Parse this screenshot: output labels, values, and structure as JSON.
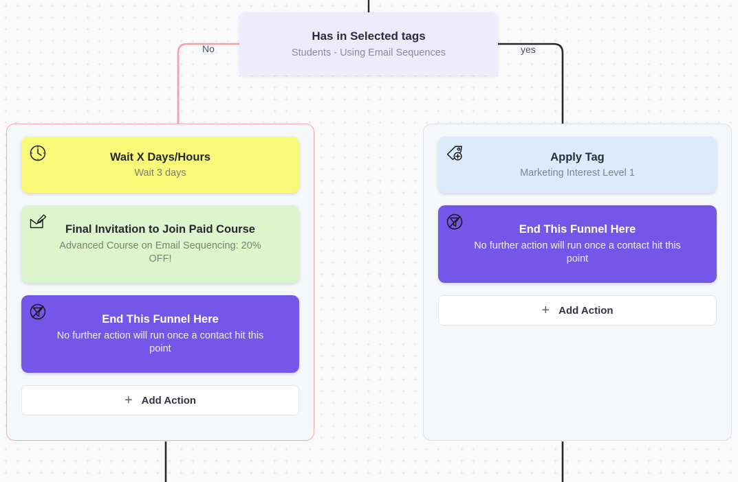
{
  "canvas": {
    "background_color": "#FAFAFA",
    "grid_dot_color": "#E6E6E6"
  },
  "trigger": {
    "title": "Has in Selected tags",
    "subtitle": "Students - Using Email Sequences",
    "background_color": "#EEEBFC"
  },
  "edges": {
    "no_label": "No",
    "yes_label": "yes",
    "no_color": "#F3A0A5",
    "yes_color": "#26262B"
  },
  "branches": [
    {
      "key": "no",
      "border_color": "#F3A9AC",
      "cards": [
        {
          "icon": "clock-icon",
          "title": "Wait X Days/Hours",
          "subtitle": "Wait 3 days",
          "color": "#FAF878",
          "style": "yellow"
        },
        {
          "icon": "compose-email-icon",
          "title": "Final Invitation to Join Paid Course",
          "subtitle": "Advanced Course on Email Sequencing: 20% OFF!",
          "color": "#DDF5CC",
          "style": "green"
        },
        {
          "icon": "end-funnel-icon",
          "title": "End This Funnel Here",
          "subtitle": "No further action will run once a contact hit this point",
          "color": "#7457E8",
          "style": "purple"
        }
      ],
      "add_action_label": "Add Action"
    },
    {
      "key": "yes",
      "border_color": "#DCE0E6",
      "cards": [
        {
          "icon": "tag-plus-icon",
          "title": "Apply Tag",
          "subtitle": "Marketing Interest Level 1",
          "color": "#DCEBFB",
          "style": "blue"
        },
        {
          "icon": "end-funnel-icon",
          "title": "End This Funnel Here",
          "subtitle": "No further action will run once a contact hit this point",
          "color": "#7457E8",
          "style": "purple"
        }
      ],
      "add_action_label": "Add Action"
    }
  ]
}
